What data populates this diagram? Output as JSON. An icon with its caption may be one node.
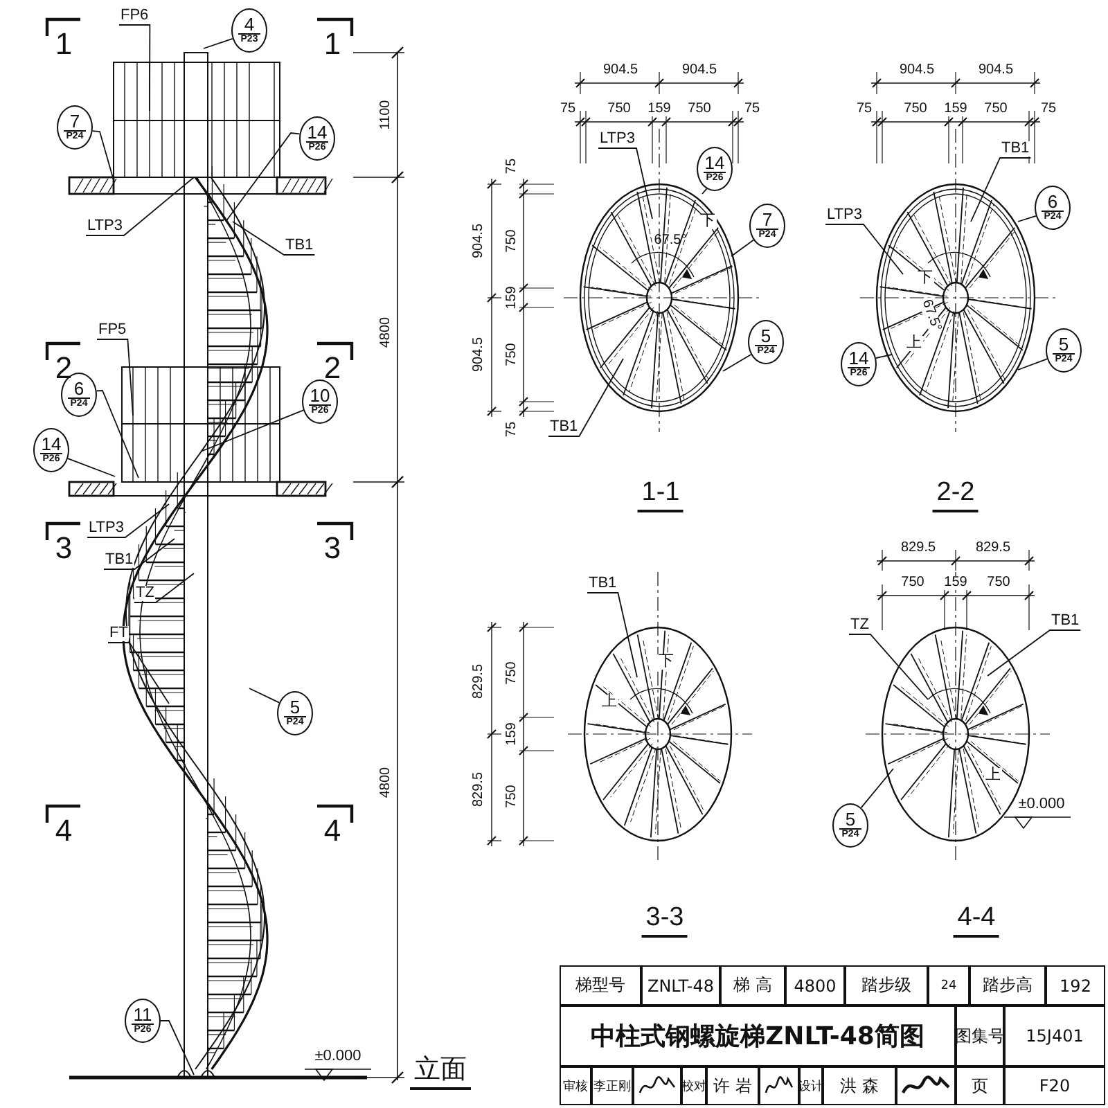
{
  "diagram": {
    "title": "中柱式钢螺旋梯ZNLT-48简图",
    "nodes": [
      {
        "text": [
          "FP6"
        ]
      },
      {
        "text": [
          "4",
          "P23"
        ]
      },
      {
        "text": [
          "7",
          "P24"
        ]
      },
      {
        "text": [
          "14",
          "P26"
        ]
      },
      {
        "text": [
          "LTP3"
        ]
      },
      {
        "text": [
          "TB1"
        ]
      },
      {
        "text": [
          "FP5"
        ]
      },
      {
        "text": [
          "6",
          "P24"
        ]
      },
      {
        "text": [
          "10",
          "P26"
        ]
      },
      {
        "text": [
          "14",
          "P26"
        ]
      },
      {
        "text": [
          "LTP3"
        ]
      },
      {
        "text": [
          "TB1"
        ]
      },
      {
        "text": [
          "TZ"
        ]
      },
      {
        "text": [
          "FT"
        ]
      },
      {
        "text": [
          "5",
          "P24"
        ]
      },
      {
        "text": [
          "11",
          "P26"
        ]
      },
      {
        "text": [
          "LTP3"
        ]
      },
      {
        "text": [
          "14",
          "P26"
        ]
      },
      {
        "text": [
          "7",
          "P24"
        ]
      },
      {
        "text": [
          "5",
          "P24"
        ]
      },
      {
        "text": [
          "TB1"
        ]
      },
      {
        "text": [
          "TB1"
        ]
      },
      {
        "text": [
          "6",
          "P24"
        ]
      },
      {
        "text": [
          "LTP3"
        ]
      },
      {
        "text": [
          "14",
          "P26"
        ]
      },
      {
        "text": [
          "5",
          "P24"
        ]
      },
      {
        "text": [
          "TB1"
        ]
      },
      {
        "text": [
          "TZ"
        ]
      },
      {
        "text": [
          "TB1"
        ]
      },
      {
        "text": [
          "5",
          "P24"
        ]
      }
    ],
    "edges": [
      {
        "from": 0,
        "to": null,
        "arrow": "none"
      },
      {
        "from": 1,
        "to": null,
        "arrow": "none"
      },
      {
        "from": 2,
        "to": null,
        "arrow": "none"
      },
      {
        "from": 3,
        "to": null,
        "arrow": "none"
      },
      {
        "from": 4,
        "to": null,
        "arrow": "none"
      },
      {
        "from": 5,
        "to": null,
        "arrow": "none"
      },
      {
        "from": 6,
        "to": null,
        "arrow": "none"
      },
      {
        "from": 7,
        "to": null,
        "arrow": "none"
      },
      {
        "from": 8,
        "to": null,
        "arrow": "none"
      },
      {
        "from": 9,
        "to": null,
        "arrow": "none"
      },
      {
        "from": 10,
        "to": null,
        "arrow": "none"
      },
      {
        "from": 11,
        "to": null,
        "arrow": "none"
      },
      {
        "from": 12,
        "to": null,
        "arrow": "none"
      },
      {
        "from": 13,
        "to": null,
        "arrow": "none"
      },
      {
        "from": 14,
        "to": null,
        "arrow": "none"
      },
      {
        "from": 15,
        "to": null,
        "arrow": "none"
      },
      {
        "from": 16,
        "to": null,
        "arrow": "none"
      },
      {
        "from": 17,
        "to": null,
        "arrow": "none"
      },
      {
        "from": 18,
        "to": null,
        "arrow": "none"
      },
      {
        "from": 19,
        "to": null,
        "arrow": "none"
      },
      {
        "from": 20,
        "to": null,
        "arrow": "none"
      },
      {
        "from": 21,
        "to": null,
        "arrow": "none"
      },
      {
        "from": 22,
        "to": null,
        "arrow": "none"
      },
      {
        "from": 23,
        "to": null,
        "arrow": "none"
      },
      {
        "from": 24,
        "to": null,
        "arrow": "none"
      },
      {
        "from": 25,
        "to": null,
        "arrow": "none"
      },
      {
        "from": 26,
        "to": null,
        "arrow": "none"
      },
      {
        "from": 27,
        "to": null,
        "arrow": "none"
      },
      {
        "from": 28,
        "to": null,
        "arrow": "none"
      },
      {
        "from": 29,
        "to": null,
        "arrow": "none"
      }
    ],
    "labels": [
      "1",
      "1",
      "1100",
      "4800",
      "2",
      "2",
      "3",
      "3",
      "4",
      "4",
      "4800",
      "±0.000",
      "立面",
      "904.5",
      "904.5",
      "75",
      "750",
      "159",
      "750",
      "75",
      "75",
      "904.5",
      "750",
      "159",
      "904.5",
      "750",
      "75",
      "67.5°",
      "下",
      "1-1",
      "904.5",
      "904.5",
      "75",
      "750",
      "159",
      "750",
      "75",
      "下",
      "67.5°",
      "上",
      "2-2",
      "829.5",
      "750",
      "159",
      "829.5",
      "750",
      "下",
      "上",
      "3-3",
      "829.5",
      "829.5",
      "750",
      "159",
      "750",
      "上",
      "±0.000",
      "4-4",
      "梯型号",
      "ZNLT-48",
      "梯 高",
      "4800",
      "踏步级",
      "24",
      "踏步高",
      "192",
      "图集号",
      "15J401",
      "审核",
      "李正刚",
      "校对",
      "许 岩",
      "设计",
      "洪 森",
      "页",
      "F20"
    ]
  }
}
